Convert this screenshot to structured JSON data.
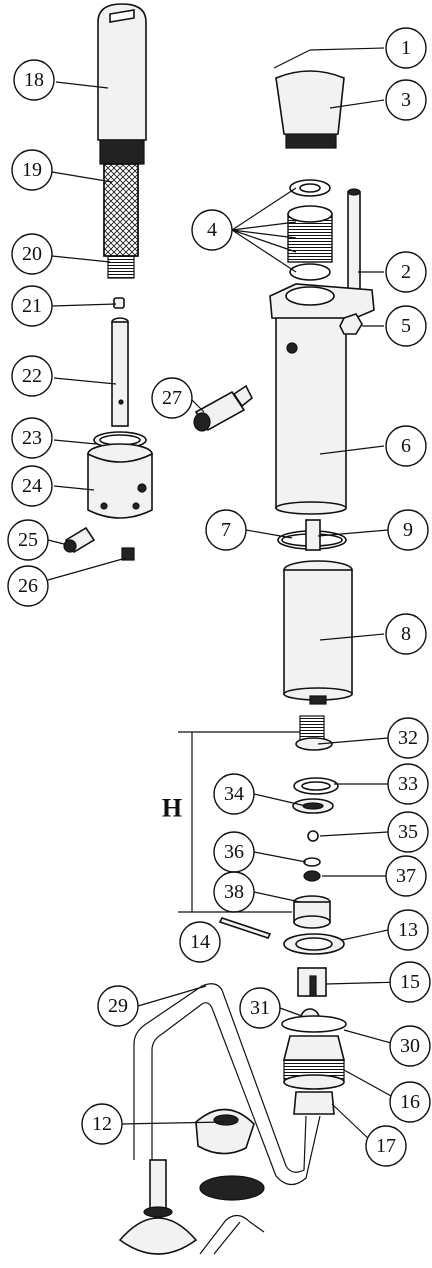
{
  "callouts": [
    "1",
    "2",
    "3",
    "4",
    "5",
    "6",
    "7",
    "8",
    "9",
    "12",
    "13",
    "14",
    "15",
    "16",
    "17",
    "18",
    "19",
    "20",
    "21",
    "22",
    "23",
    "24",
    "25",
    "26",
    "27",
    "29",
    "30",
    "31",
    "32",
    "33",
    "34",
    "35",
    "36",
    "37",
    "38"
  ],
  "group_label": "H"
}
